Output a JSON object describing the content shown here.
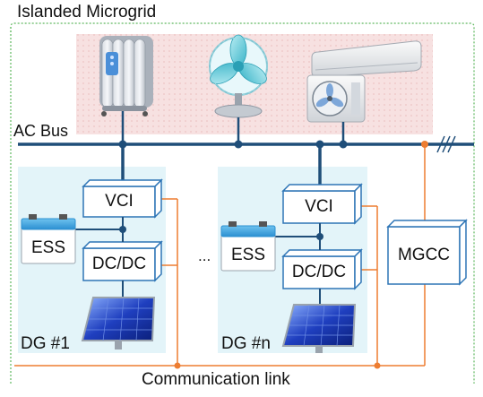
{
  "title": "Islanded Microgrid",
  "bus_label": "AC Bus",
  "link_label": "Communication link",
  "ellipsis": "...",
  "mgcc_label": "MGCC",
  "units": [
    {
      "name": "DG #1",
      "vci": "VCI",
      "converter": "DC/DC",
      "ess": "ESS"
    },
    {
      "name": "DG #n",
      "vci": "VCI",
      "converter": "DC/DC",
      "ess": "ESS"
    }
  ],
  "loads": [
    "oil-heater-icon",
    "fan-icon",
    "air-conditioner-icon"
  ],
  "colors": {
    "bus": "#1F4E79",
    "box_border": "#2E75B6",
    "comm": "#ED7D31",
    "region_border": "#5FB85F",
    "dg_bg": "#E3F4F9",
    "load_bg": "#F7E1E1"
  }
}
